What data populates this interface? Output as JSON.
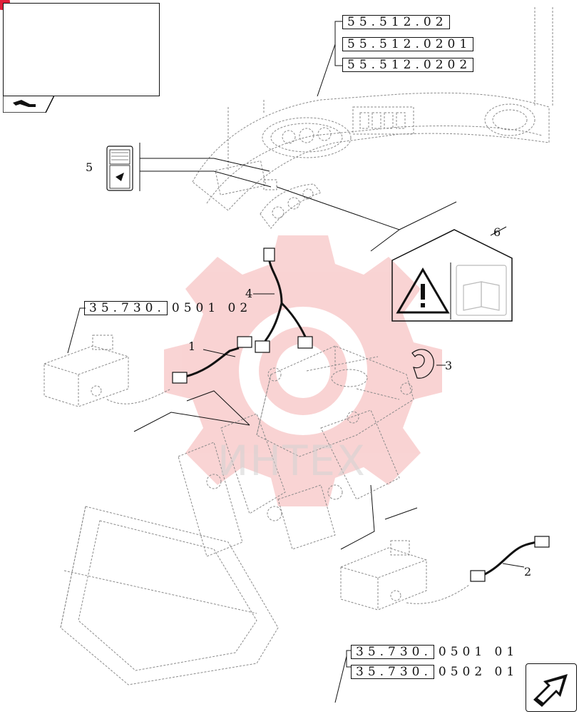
{
  "references": {
    "top": [
      "55.512.02",
      "55.512.0201",
      "55.512.0202"
    ],
    "left": {
      "code": "35.730.",
      "suffix": "0501  02"
    },
    "bottom": [
      {
        "code": "35.730.",
        "suffix": "0501  01"
      },
      {
        "code": "35.730.",
        "suffix": "0502  01"
      }
    ]
  },
  "callouts": [
    "1",
    "2",
    "3",
    "4",
    "5",
    "6"
  ],
  "watermark": {
    "text": "ИНТЕХ",
    "color": "#f2a0a0"
  },
  "colors": {
    "line": "#111111",
    "faint": "#8a8a8a",
    "accent": "#e0213b"
  },
  "icons": [
    "machine-thumbnail-icon",
    "warning-triangle-icon",
    "manual-book-icon",
    "switch-icon",
    "navigation-arrow-icon"
  ]
}
